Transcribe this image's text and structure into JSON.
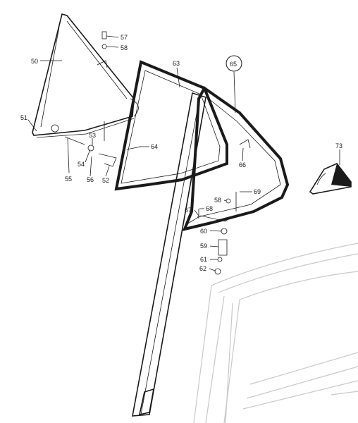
{
  "callouts": [
    {
      "id": "c57",
      "text": "57"
    },
    {
      "id": "c58a",
      "text": "58"
    },
    {
      "id": "c50",
      "text": "50"
    },
    {
      "id": "c63",
      "text": "63"
    },
    {
      "id": "c65",
      "text": "65"
    },
    {
      "id": "c51",
      "text": "51"
    },
    {
      "id": "c53",
      "text": "53"
    },
    {
      "id": "c64",
      "text": "64"
    },
    {
      "id": "c54",
      "text": "54"
    },
    {
      "id": "c66",
      "text": "66"
    },
    {
      "id": "c55",
      "text": "55"
    },
    {
      "id": "c56",
      "text": "56"
    },
    {
      "id": "c52",
      "text": "52"
    },
    {
      "id": "c73",
      "text": "73"
    },
    {
      "id": "c58b",
      "text": "58"
    },
    {
      "id": "c69",
      "text": "69"
    },
    {
      "id": "c68",
      "text": "68"
    },
    {
      "id": "c67",
      "text": "67"
    },
    {
      "id": "c60",
      "text": "60"
    },
    {
      "id": "c59",
      "text": "59"
    },
    {
      "id": "c61",
      "text": "61"
    },
    {
      "id": "c62",
      "text": "62"
    }
  ]
}
